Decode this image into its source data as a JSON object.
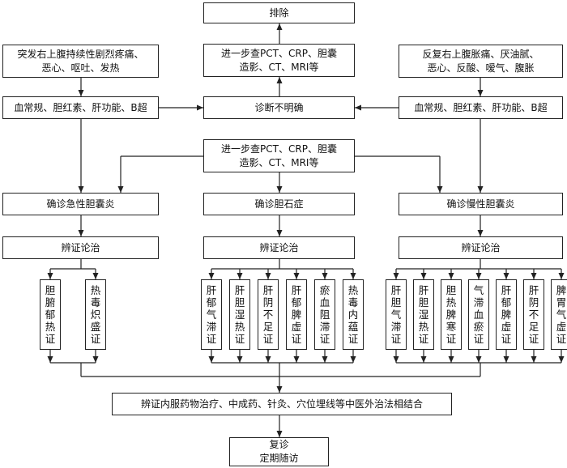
{
  "diagram": {
    "exclude": "排除",
    "further_test_top": "进一步查PCT、CRP、胆囊\n造影、CT、MRI等",
    "unclear": "诊断不明确",
    "further_test_mid": "进一步查PCT、CRP、胆囊\n造影、CT、MRI等",
    "left_symptoms": "突发右上腹持续性剧烈疼痛、\n恶心、呕吐、发热",
    "right_symptoms": "反复右上腹胀痛、厌油腻、\n恶心、反酸、嗳气、腹胀",
    "left_exam": "血常规、胆红素、肝功能、B超",
    "right_exam": "血常规、胆红素、肝功能、B超",
    "diag_acute": "确诊急性胆囊炎",
    "diag_stone": "确诊胆石症",
    "diag_chronic": "确诊慢性胆囊炎",
    "syndrome_label": "辨证论治",
    "acute_types": [
      "胆腑郁热证",
      "热毒炽盛证"
    ],
    "stone_types": [
      "肝郁气滞证",
      "肝胆湿热证",
      "肝阴不足证",
      "肝郁脾虚证",
      "瘀血阻滞证",
      "热毒内蕴证"
    ],
    "chronic_types": [
      "肝胆气滞证",
      "肝胆湿热证",
      "胆热脾寒证",
      "气滞血瘀证",
      "肝郁脾虚证",
      "肝阴不足证",
      "脾胃气虚证"
    ],
    "combined_treatment": "辨证内服药物治疗、中成药、针灸、穴位埋线等中医外治法相结合",
    "followup": "复诊\n定期随访"
  }
}
